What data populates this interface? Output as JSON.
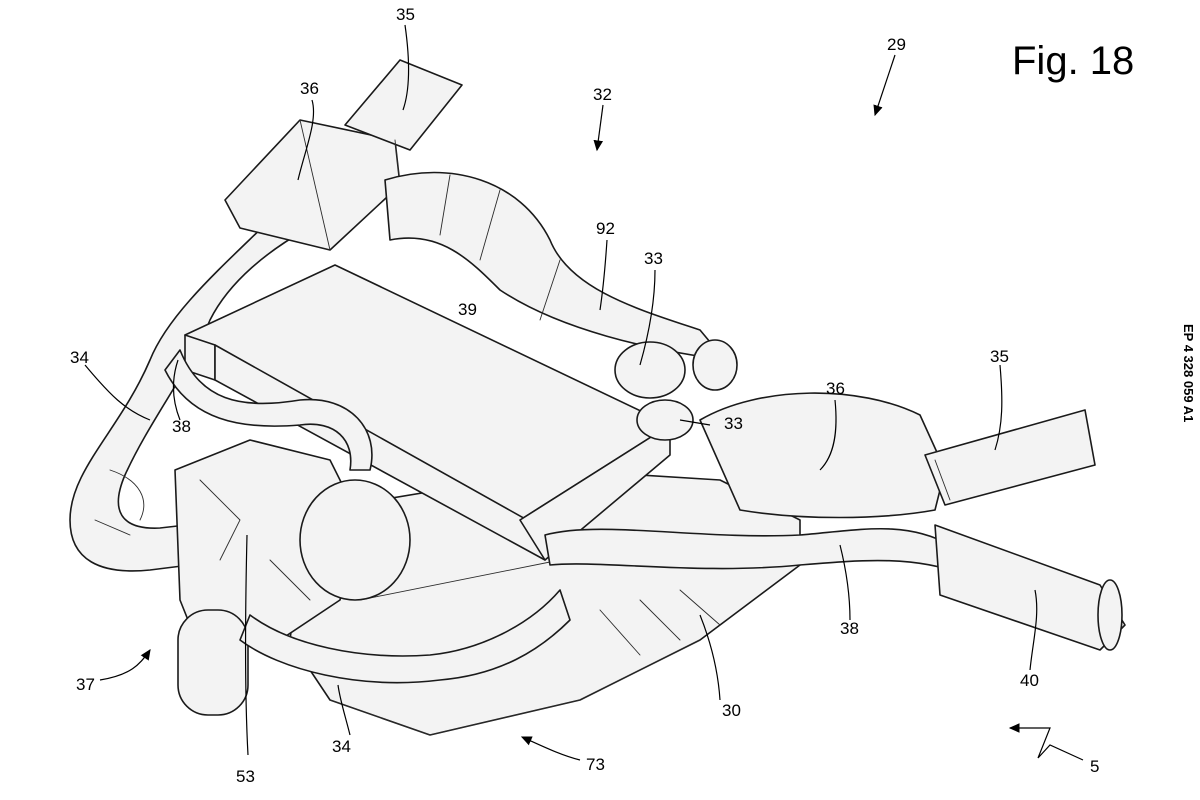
{
  "figure": {
    "title": "Fig. 18",
    "side_text": "EP 4 328 059 A1"
  },
  "labels": {
    "l29": "29",
    "l32": "32",
    "l35a": "35",
    "l35b": "35",
    "l36a": "36",
    "l36b": "36",
    "l92": "92",
    "l33a": "33",
    "l33b": "33",
    "l39": "39",
    "l34a": "34",
    "l34b": "34",
    "l38a": "38",
    "l38b": "38",
    "l37": "37",
    "l53": "53",
    "l73": "73",
    "l30": "30",
    "l40": "40",
    "l5": "5"
  }
}
